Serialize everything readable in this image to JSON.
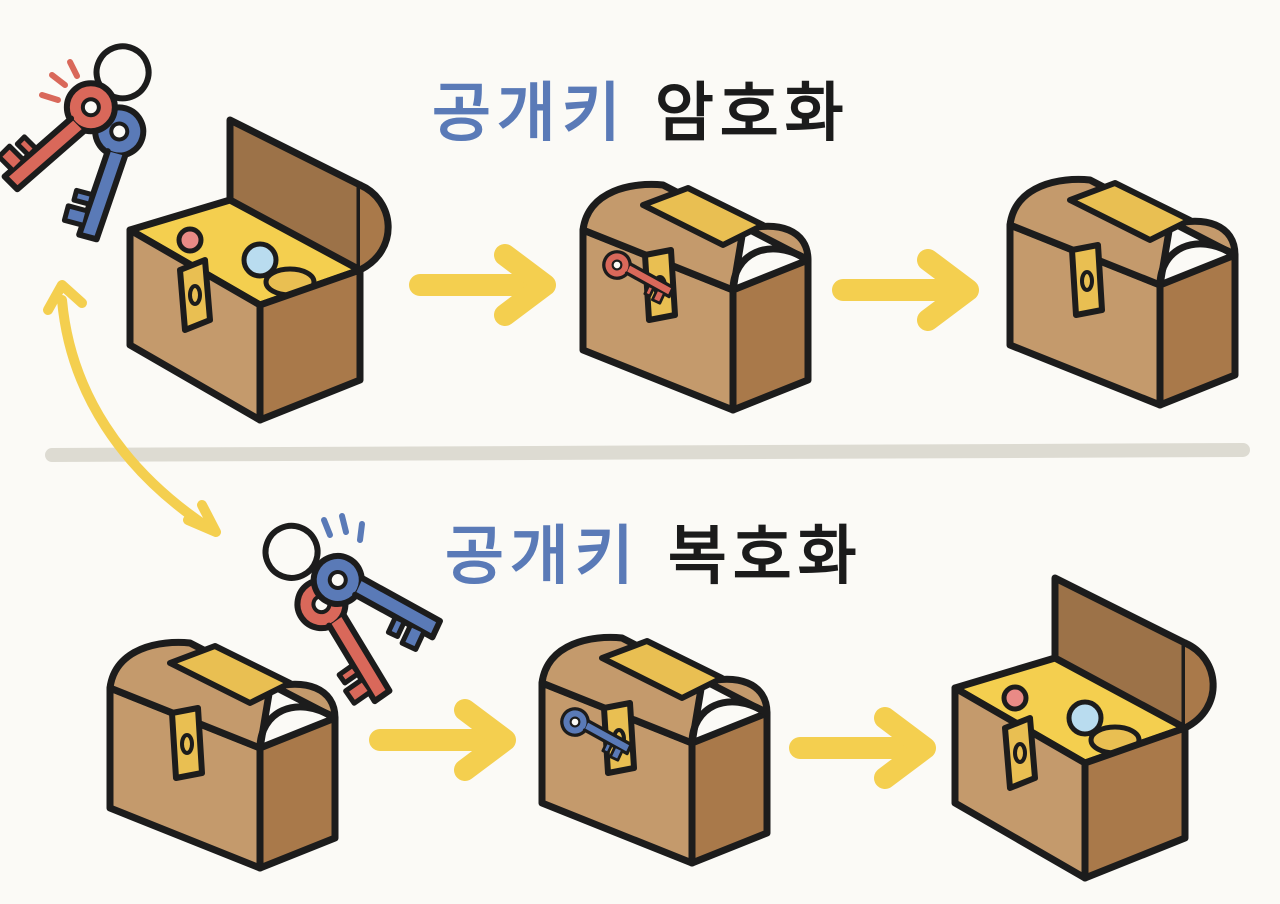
{
  "encryption": {
    "title_prefix": "공개키",
    "title_suffix": "암호화"
  },
  "decryption": {
    "title_prefix": "공개키",
    "title_suffix": "복호화"
  },
  "colors": {
    "blue": "#5a7ab7",
    "red": "#d9685a",
    "yellow": "#f4cf4f",
    "chest": "#c49a6c",
    "chest_dark": "#a9794a",
    "strap": "#e9bf52",
    "outline": "#1c1c1c",
    "divider": "#dddbd2"
  },
  "icons": [
    "key-pair-icon",
    "treasure-chest-icon",
    "arrow-right-icon",
    "double-arrow-icon"
  ]
}
